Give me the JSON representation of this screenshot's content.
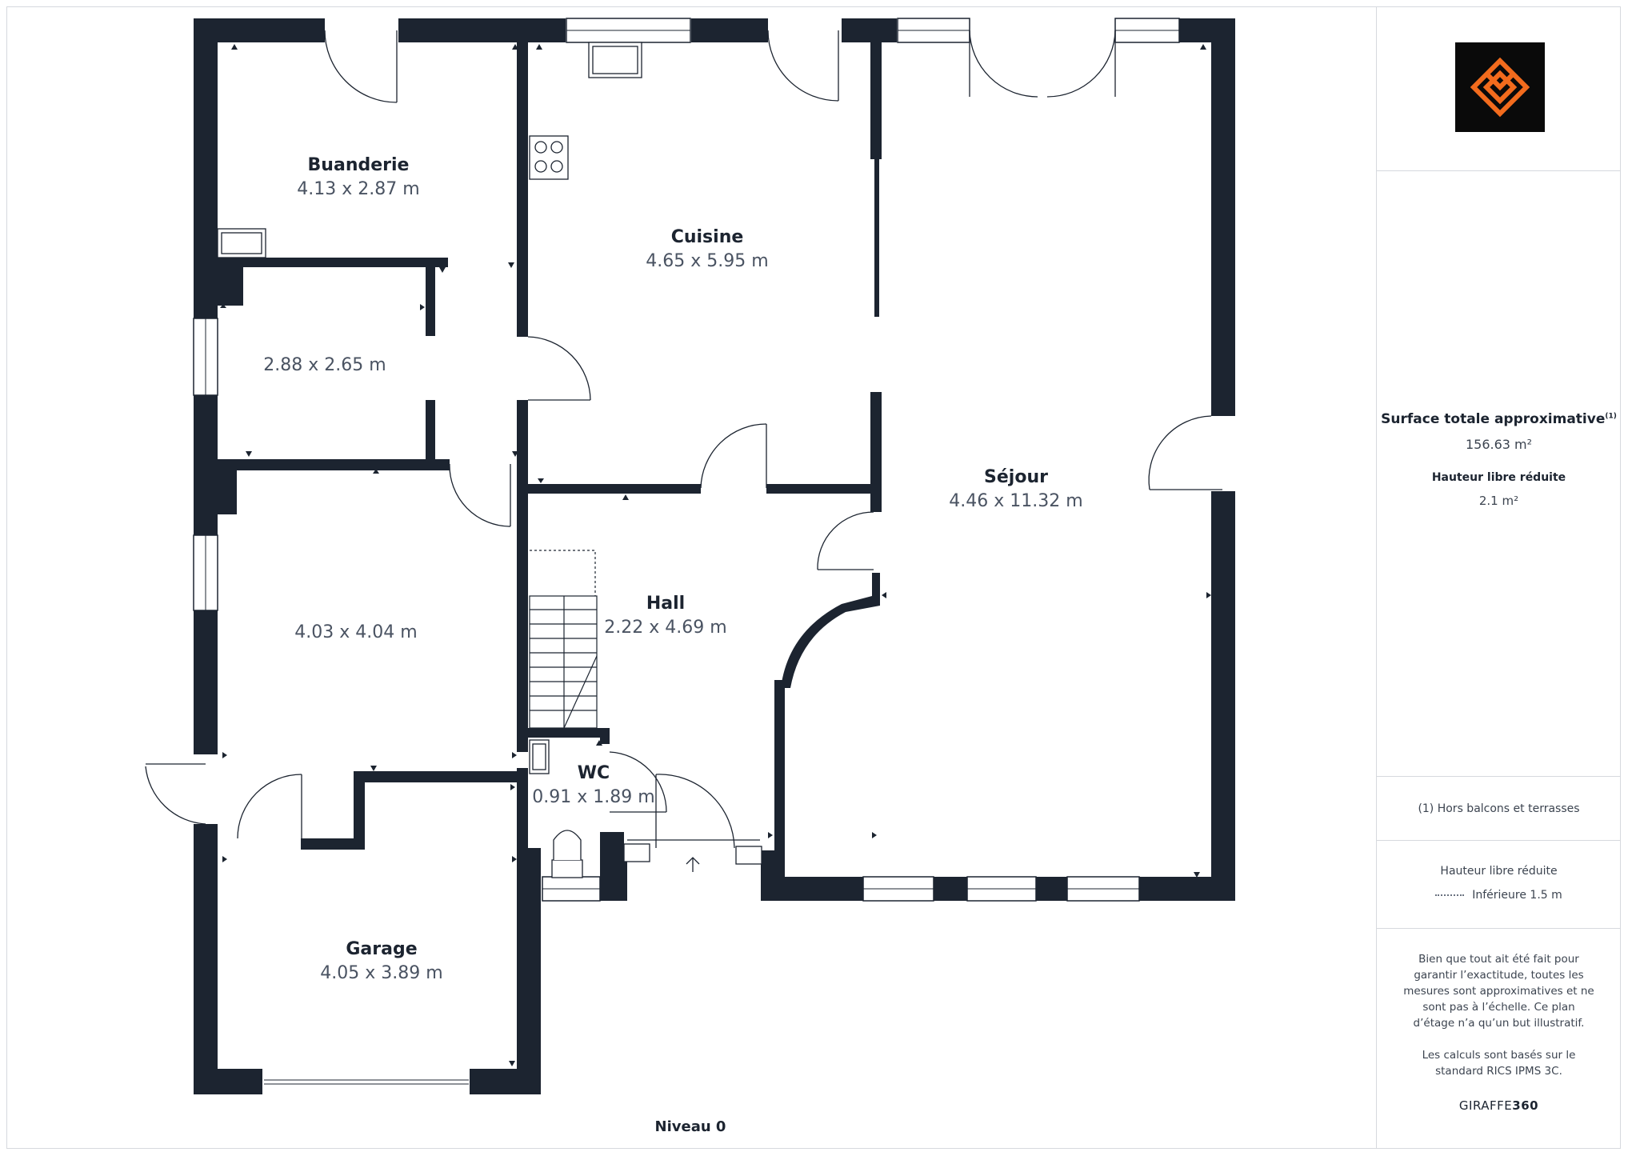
{
  "rooms": {
    "buanderie": {
      "name": "Buanderie",
      "dims": "4.13 x 2.87 m"
    },
    "cuisine": {
      "name": "Cuisine",
      "dims": "4.65 x 5.95 m"
    },
    "room2": {
      "dims": "2.88 x 2.65 m"
    },
    "sejour": {
      "name": "Séjour",
      "dims": "4.46 x 11.32 m"
    },
    "hall": {
      "name": "Hall",
      "dims": "2.22 x 4.69 m"
    },
    "room4": {
      "dims": "4.03 x 4.04 m"
    },
    "wc": {
      "name": "WC",
      "dims": "0.91 x 1.89 m"
    },
    "garage": {
      "name": "Garage",
      "dims": "4.05 x 3.89 m"
    }
  },
  "level": "Niveau 0",
  "sidebar": {
    "total_title": "Surface totale approximative",
    "total_sup": "(1)",
    "total_value": "156.63 m²",
    "hl_title": "Hauteur libre réduite",
    "hl_value": "2.1 m²",
    "footnote": "(1) Hors balcons et terrasses",
    "legend_title": "Hauteur libre réduite",
    "legend_item": "Inférieure 1.5 m",
    "disclaimer": "Bien que tout ait été fait pour garantir l’exactitude, toutes les mesures sont approximatives et ne sont pas à l’échelle. Ce plan d’étage n’a qu’un but illustratif.",
    "standard": "Les calculs sont basés sur le standard RICS IPMS 3C.",
    "brand_a": "GIRAFFE",
    "brand_b": "360"
  },
  "colors": {
    "wall": "#1c2430",
    "accent": "#f26b1d",
    "logo_bg": "#0a0a0a"
  },
  "icons": {
    "logo": "diamond-knot-logo",
    "entry": "up-arrow-icon"
  }
}
